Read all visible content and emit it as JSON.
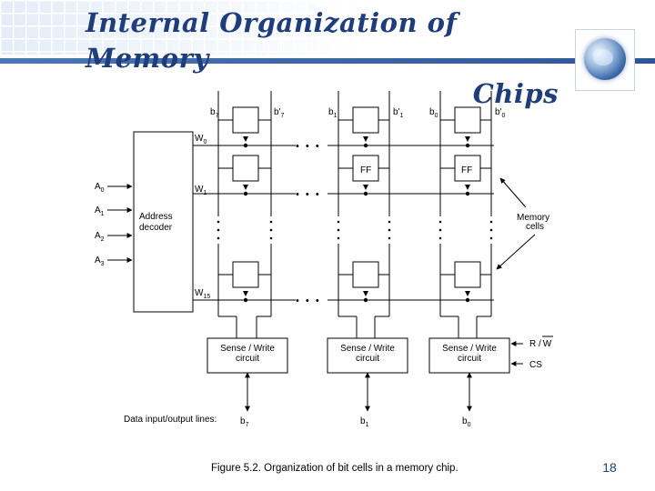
{
  "slide": {
    "title_line1": "Internal Organization of Memory",
    "title_line2": "Chips",
    "caption": "Figure 5.2. Organization of bit cells in a memory chip.",
    "page_number": "18"
  },
  "diagram": {
    "bit_labels": {
      "b7": "b",
      "b7_sub": "7",
      "b7p": "b'",
      "b7p_sub": "7",
      "b1": "b",
      "b1_sub": "1",
      "b1p": "b'",
      "b1p_sub": "1",
      "b0": "b",
      "b0_sub": "0",
      "b0p": "b'",
      "b0p_sub": "0"
    },
    "word_lines": {
      "w0": "W",
      "w0_sub": "0",
      "w1": "W",
      "w1_sub": "1",
      "w15": "W",
      "w15_sub": "15"
    },
    "address_inputs": {
      "a0": "A",
      "a0_sub": "0",
      "a1": "A",
      "a1_sub": "1",
      "a2": "A",
      "a2_sub": "2",
      "a3": "A",
      "a3_sub": "3"
    },
    "decoder_label_line1": "Address",
    "decoder_label_line2": "decoder",
    "ff_label": "FF",
    "memory_cells_line1": "Memory",
    "memory_cells_line2": "cells",
    "ellipsis": "• • •",
    "sense_write_line1": "Sense / Write",
    "sense_write_line2": "circuit",
    "rw_label_r": "R /",
    "rw_label_w": "W",
    "cs_label": "CS",
    "data_lines_label": "Data input/output lines:",
    "out_b7": "b",
    "out_b7_sub": "7",
    "out_b1": "b",
    "out_b1_sub": "1",
    "out_b0": "b",
    "out_b0_sub": "0"
  }
}
